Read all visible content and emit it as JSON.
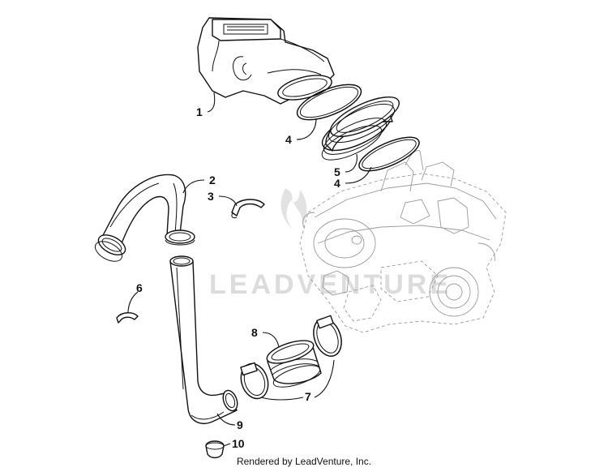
{
  "callouts": {
    "p1": "1",
    "p2": "2",
    "p3": "3",
    "p4a": "4",
    "p4b": "4",
    "p5": "5",
    "p6": "6",
    "p7": "7",
    "p8": "8",
    "p9": "9",
    "p10": "10"
  },
  "watermark": {
    "text": "LEADVENTURE"
  },
  "footer": {
    "credit": "Rendered by LeadVenture, Inc."
  },
  "colors": {
    "line": "#111111",
    "ghost": "#9a9a9a",
    "watermark": "#dcdcdc"
  }
}
